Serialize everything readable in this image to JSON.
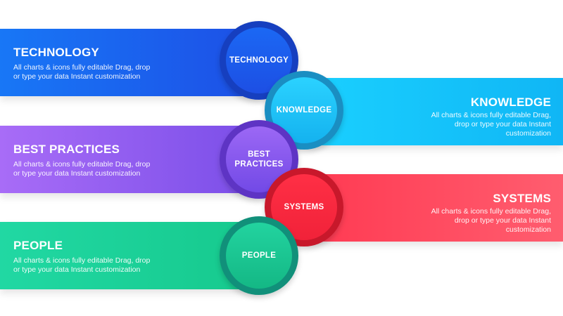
{
  "colors": {
    "technology": "#1d5cf0",
    "knowledge": "#16c2f8",
    "best_practices": "#8c5cf0",
    "systems": "#ff3a52",
    "people": "#1cd09a"
  },
  "items": [
    {
      "title": "TECHNOLOGY",
      "circle_label": "TECHNOLOGY",
      "description": "All charts & icons fully editable Drag, drop or type your data Instant customization"
    },
    {
      "title": "KNOWLEDGE",
      "circle_label": "KNOWLEDGE",
      "description": "All charts & icons fully editable Drag, drop or type your data Instant customization"
    },
    {
      "title": "BEST PRACTICES",
      "circle_label": "BEST PRACTICES",
      "description": "All charts & icons fully editable Drag, drop or type your data Instant customization"
    },
    {
      "title": "SYSTEMS",
      "circle_label": "SYSTEMS",
      "description": "All charts & icons fully editable Drag, drop or type your data Instant customization"
    },
    {
      "title": "PEOPLE",
      "circle_label": "PEOPLE",
      "description": "All charts & icons fully editable Drag, drop or type your data Instant customization"
    }
  ]
}
